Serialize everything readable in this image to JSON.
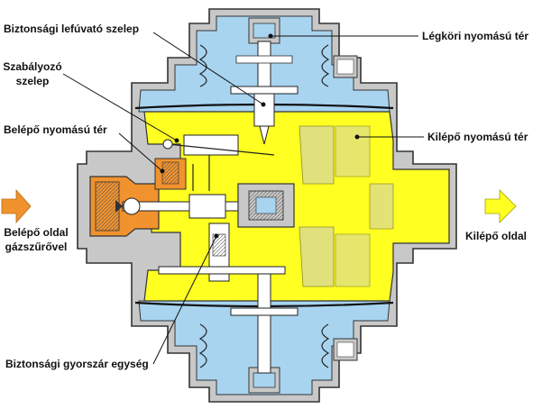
{
  "labels": {
    "safety_relief_valve": "Biztonsági lefúvató szelep",
    "atmospheric_chamber": "Légköri nyomású tér",
    "regulator_valve_line1": "Szabályozó",
    "regulator_valve_line2": "szelep",
    "inlet_chamber": "Belépő nyomású tér",
    "outlet_chamber": "Kilépő nyomású tér",
    "inlet_side_line1": "Belépő oldal",
    "inlet_side_line2": "gázszűrővel",
    "outlet_side": "Kilépő oldal",
    "safety_shutoff": "Biztonsági gyorszár egység"
  },
  "colors": {
    "inlet_gas": "#f0922e",
    "outlet_gas": "#ffff22",
    "atmospheric": "#a8d4f0",
    "body": "#c8c8c8",
    "outline": "#333333",
    "inlet_arrow": "#f0922e",
    "outlet_arrow": "#ffff22"
  }
}
